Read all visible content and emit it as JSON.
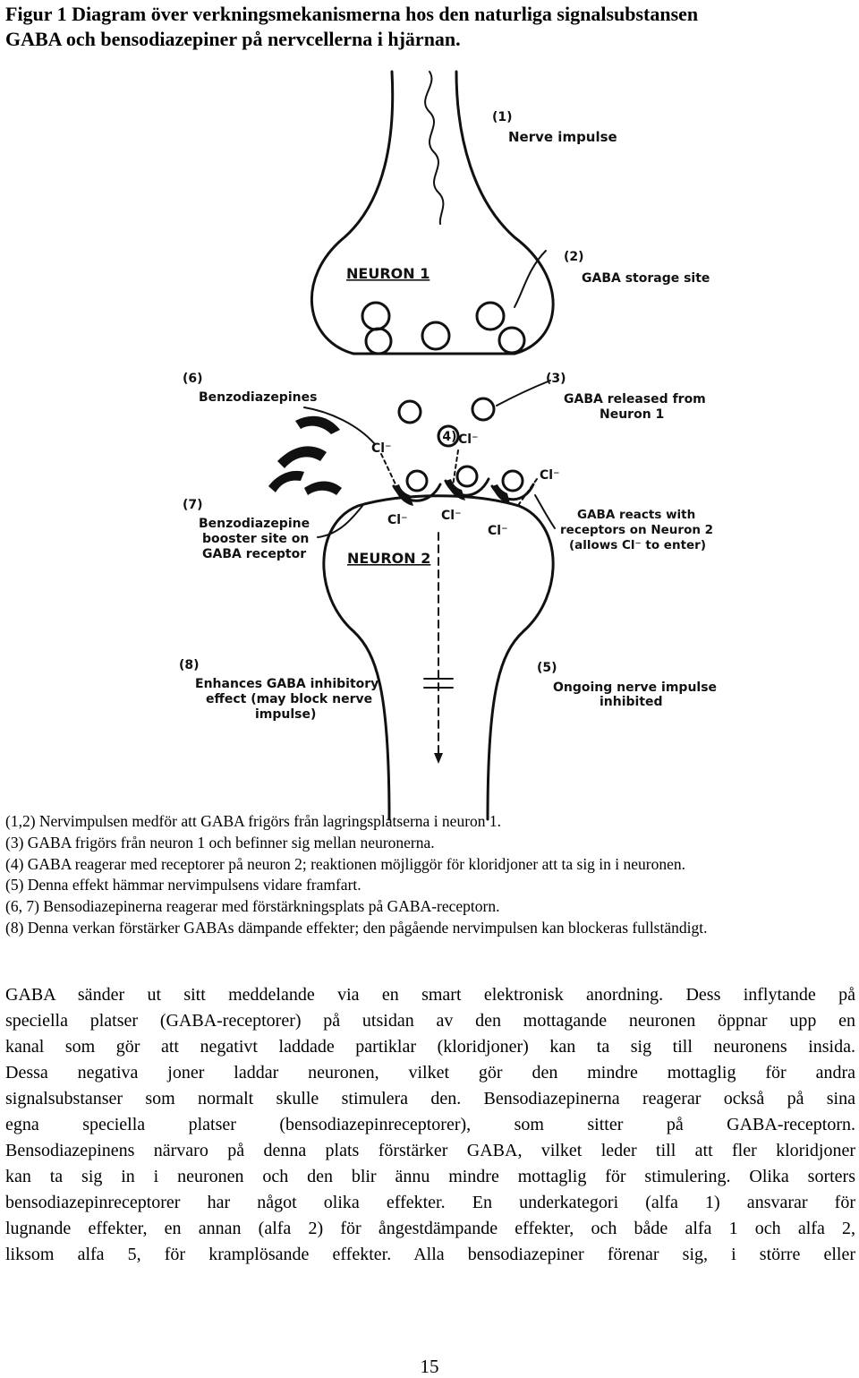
{
  "figure": {
    "title_line1": "Figur 1 Diagram över verkningsmekanismerna hos den naturliga signalsubstansen",
    "title_line2": "GABA och bensodiazepiner på nervcellerna i hjärnan."
  },
  "diagram_labels": {
    "l1_num": "(1)",
    "l1_text": "Nerve impulse",
    "neuron1": "NEURON 1",
    "l2_num": "(2)",
    "l2_text": "GABA storage site",
    "l3_num": "(3)",
    "l3_text_a": "GABA released from",
    "l3_text_b": "Neuron 1",
    "l6_num": "(6)",
    "l6_text": "Benzodiazepines",
    "l4_num": "(4)",
    "cl": "Cl⁻",
    "l7_num": "(7)",
    "l7_text_a": "Benzodiazepine",
    "l7_text_b": "booster site on",
    "l7_text_c": "GABA receptor",
    "neuron2": "NEURON 2",
    "gaba_reacts_a": "GABA reacts with",
    "gaba_reacts_b": "receptors on Neuron 2",
    "gaba_reacts_c": "(allows Cl⁻ to enter)",
    "l8_num": "(8)",
    "l8_text_a": "Enhances GABA inhibitory",
    "l8_text_b": "effect (may block nerve",
    "l8_text_c": "impulse)",
    "l5_num": "(5)",
    "l5_text_a": "Ongoing nerve impulse",
    "l5_text_b": "inhibited"
  },
  "caption": [
    "(1,2) Nervimpulsen medför att GABA frigörs från lagringsplatserna i neuron 1.",
    "(3) GABA frigörs från neuron 1 och befinner sig mellan neuronerna.",
    "(4) GABA reagerar med receptorer på neuron 2; reaktionen möjliggör för kloridjoner att ta sig in i neuronen.",
    "(5) Denna effekt hämmar nervimpulsens vidare framfart.",
    "(6, 7) Bensodiazepinerna reagerar med förstärkningsplats på GABA-receptorn.",
    "(8) Denna verkan förstärker GABAs dämpande effekter; den pågående nervimpulsen kan blockeras fullständigt."
  ],
  "body_lines": [
    "GABA sänder ut sitt meddelande via en smart elektronisk anordning. Dess inflytande på",
    "speciella platser (GABA-receptorer) på utsidan av den mottagande neuronen öppnar upp en",
    "kanal som gör att negativt laddade partiklar (kloridjoner) kan ta sig till neuronens insida.",
    "Dessa negativa joner laddar neuronen, vilket gör den mindre mottaglig för andra",
    "signalsubstanser som normalt skulle stimulera den. Bensodiazepinerna reagerar också på sina",
    "egna speciella platser (bensodiazepinreceptorer), som sitter på GABA-receptorn.",
    "Bensodiazepinens närvaro på denna plats förstärker GABA, vilket leder till att fler kloridjoner",
    "kan ta sig in i neuronen och den blir ännu mindre mottaglig för stimulering. Olika sorters",
    "bensodiazepinreceptorer har något olika effekter. En underkategori (alfa 1) ansvarar för",
    "lugnande effekter, en annan (alfa 2) för ångestdämpande effekter, och både alfa 1 och alfa 2,",
    "liksom alfa 5, för kramplösande effekter. Alla bensodiazepiner förenar sig, i större eller"
  ],
  "page_number": "15"
}
